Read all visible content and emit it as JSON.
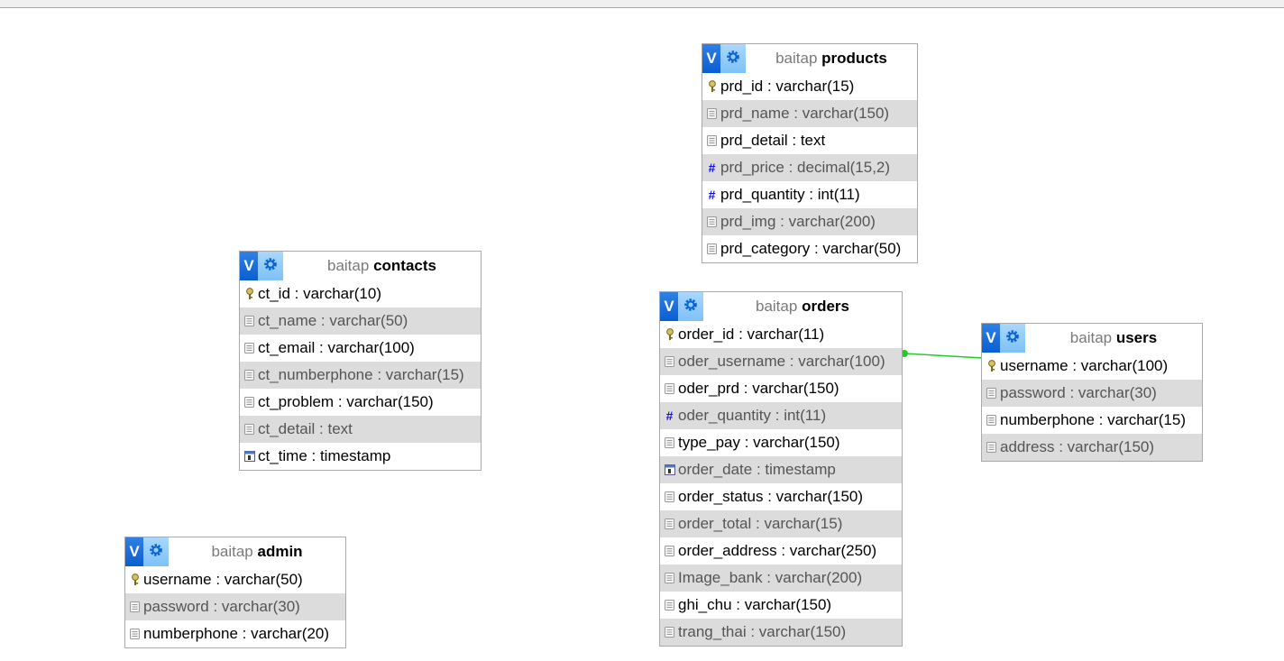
{
  "tables": [
    {
      "key": "products",
      "schema": "baitap",
      "name": "products",
      "columns": [
        {
          "text": "prd_id : varchar(15)",
          "icon": "key-icon"
        },
        {
          "text": "prd_name : varchar(150)",
          "icon": "field-icon"
        },
        {
          "text": "prd_detail : text",
          "icon": "field-icon"
        },
        {
          "text": "prd_price : decimal(15,2)",
          "icon": "numeric-icon"
        },
        {
          "text": "prd_quantity : int(11)",
          "icon": "numeric-icon"
        },
        {
          "text": "prd_img : varchar(200)",
          "icon": "field-icon"
        },
        {
          "text": "prd_category : varchar(50)",
          "icon": "field-icon"
        }
      ]
    },
    {
      "key": "contacts",
      "schema": "baitap",
      "name": "contacts",
      "columns": [
        {
          "text": "ct_id : varchar(10)",
          "icon": "key-icon"
        },
        {
          "text": "ct_name : varchar(50)",
          "icon": "field-icon"
        },
        {
          "text": "ct_email : varchar(100)",
          "icon": "field-icon"
        },
        {
          "text": "ct_numberphone : varchar(15)",
          "icon": "field-icon"
        },
        {
          "text": "ct_problem : varchar(150)",
          "icon": "field-icon"
        },
        {
          "text": "ct_detail : text",
          "icon": "field-icon"
        },
        {
          "text": "ct_time : timestamp",
          "icon": "calendar-icon"
        }
      ]
    },
    {
      "key": "orders",
      "schema": "baitap",
      "name": "orders",
      "columns": [
        {
          "text": "order_id : varchar(11)",
          "icon": "key-icon"
        },
        {
          "text": "oder_username : varchar(100)",
          "icon": "field-icon"
        },
        {
          "text": "oder_prd : varchar(150)",
          "icon": "field-icon"
        },
        {
          "text": "oder_quantity : int(11)",
          "icon": "numeric-icon"
        },
        {
          "text": "type_pay : varchar(150)",
          "icon": "field-icon"
        },
        {
          "text": "order_date : timestamp",
          "icon": "calendar-icon"
        },
        {
          "text": "order_status : varchar(150)",
          "icon": "field-icon"
        },
        {
          "text": "order_total : varchar(15)",
          "icon": "field-icon"
        },
        {
          "text": "order_address : varchar(250)",
          "icon": "field-icon"
        },
        {
          "text": "Image_bank : varchar(200)",
          "icon": "field-icon"
        },
        {
          "text": "ghi_chu : varchar(150)",
          "icon": "field-icon"
        },
        {
          "text": "trang_thai : varchar(150)",
          "icon": "field-icon"
        }
      ]
    },
    {
      "key": "users",
      "schema": "baitap",
      "name": "users",
      "columns": [
        {
          "text": "username : varchar(100)",
          "icon": "key-icon"
        },
        {
          "text": "password : varchar(30)",
          "icon": "field-icon"
        },
        {
          "text": "numberphone : varchar(15)",
          "icon": "field-icon"
        },
        {
          "text": "address : varchar(150)",
          "icon": "field-icon"
        }
      ]
    },
    {
      "key": "admin",
      "schema": "baitap",
      "name": "admin",
      "columns": [
        {
          "text": "username : varchar(50)",
          "icon": "key-icon"
        },
        {
          "text": "password : varchar(30)",
          "icon": "field-icon"
        },
        {
          "text": "numberphone : varchar(20)",
          "icon": "field-icon"
        }
      ]
    }
  ],
  "toggle_label": "V",
  "numeric_glyph": "#",
  "relations": [
    {
      "from": "orders.oder_username",
      "to": "users.username",
      "color": "#22cc22"
    }
  ],
  "colors": {
    "toggle": "#0a5ed0",
    "options": "#7fc1f6",
    "alt_row": "#dcdcdc",
    "relation": "#22cc22",
    "numeric_icon": "#1010e0"
  }
}
